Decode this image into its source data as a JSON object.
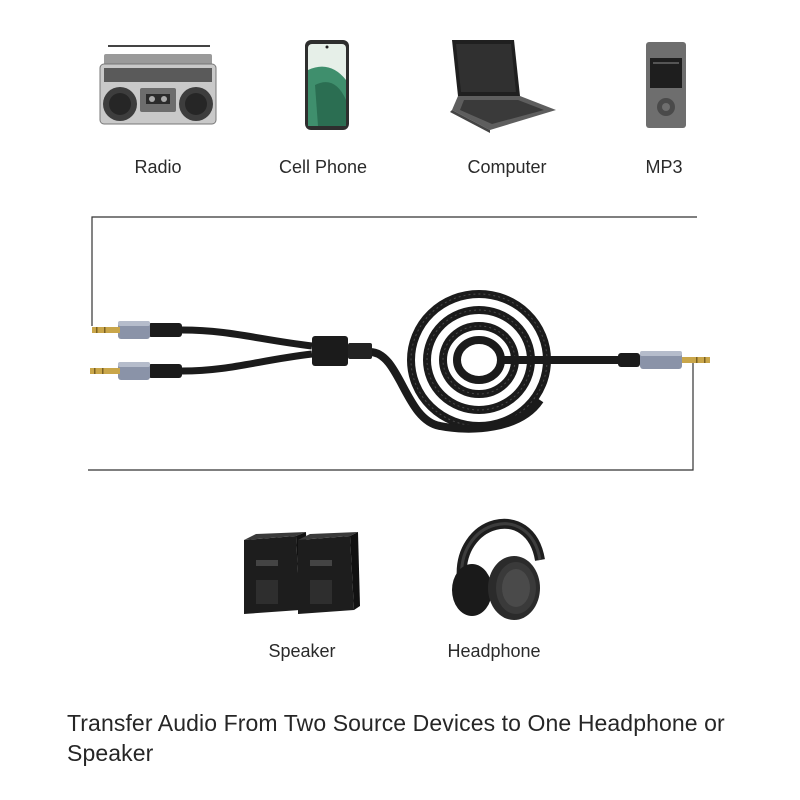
{
  "sources": [
    {
      "label": "Radio",
      "icon": "radio-icon"
    },
    {
      "label": "Cell Phone",
      "icon": "cell-phone-icon"
    },
    {
      "label": "Computer",
      "icon": "computer-icon"
    },
    {
      "label": "MP3",
      "icon": "mp3-player-icon"
    }
  ],
  "outputs": [
    {
      "label": "Speaker",
      "icon": "speaker-icon"
    },
    {
      "label": "Headphone",
      "icon": "headphone-icon"
    }
  ],
  "caption": "Transfer Audio From Two Source Devices to One Headphone or Speaker",
  "colors": {
    "cable": "#1b1b1b",
    "cable_braid": "#4a4a4a",
    "connector_metal": "#8a93a8",
    "plug_gold": "#c9a64a",
    "bracket_line": "#333333"
  }
}
